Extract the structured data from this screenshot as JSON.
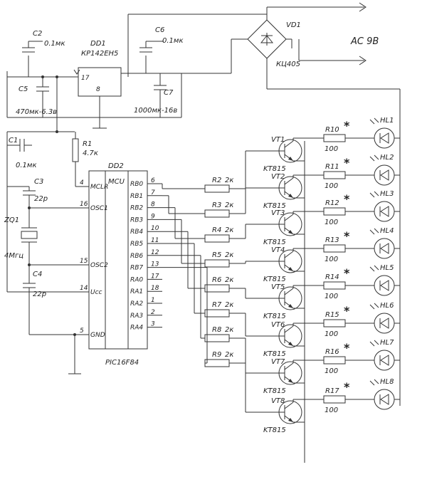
{
  "power": {
    "ac_label": "AC 9B",
    "bridge": {
      "ref": "VD1",
      "part": "КЦ405"
    },
    "regulator": {
      "ref": "DD1",
      "part": "КР142ЕН5",
      "pin_in": "17",
      "pin_gnd": "8"
    },
    "c2": {
      "ref": "C2",
      "value": "0.1мк"
    },
    "c5": {
      "ref": "C5",
      "value": "470мк-6.3в"
    },
    "c6": {
      "ref": "C6",
      "value": "0.1мк"
    },
    "c7": {
      "ref": "C7",
      "value": "1000мк-16в"
    }
  },
  "support": {
    "c1": {
      "ref": "C1",
      "value": "0.1мк"
    },
    "r1": {
      "ref": "R1",
      "value": "4.7к"
    },
    "c3": {
      "ref": "C3",
      "value": "22р"
    },
    "c4": {
      "ref": "C4",
      "value": "22р"
    },
    "zq1": {
      "ref": "ZQ1",
      "value": "4Мгц"
    }
  },
  "mcu": {
    "ref": "DD2",
    "title": "MCU",
    "part": "PIC16F84",
    "left_pins": [
      {
        "num": "4",
        "name": "MCLR"
      },
      {
        "num": "16",
        "name": "OSC1"
      },
      {
        "num": "15",
        "name": "OSC2"
      },
      {
        "num": "14",
        "name": "Ucc"
      },
      {
        "num": "5",
        "name": "GND"
      }
    ],
    "right_pins": [
      {
        "num": "6",
        "name": "RB0"
      },
      {
        "num": "7",
        "name": "RB1"
      },
      {
        "num": "8",
        "name": "RB2"
      },
      {
        "num": "9",
        "name": "RB3"
      },
      {
        "num": "10",
        "name": "RB4"
      },
      {
        "num": "11",
        "name": "RB5"
      },
      {
        "num": "12",
        "name": "RB6"
      },
      {
        "num": "13",
        "name": "RB7"
      },
      {
        "num": "17",
        "name": "RA0"
      },
      {
        "num": "18",
        "name": "RA1"
      },
      {
        "num": "1",
        "name": "RA2"
      },
      {
        "num": "2",
        "name": "RA3"
      },
      {
        "num": "3",
        "name": "RA4"
      }
    ]
  },
  "base_resistors": [
    {
      "ref": "R2",
      "value": "2к"
    },
    {
      "ref": "R3",
      "value": "2к"
    },
    {
      "ref": "R4",
      "value": "2к"
    },
    {
      "ref": "R5",
      "value": "2к"
    },
    {
      "ref": "R6",
      "value": "2к"
    },
    {
      "ref": "R7",
      "value": "2к"
    },
    {
      "ref": "R8",
      "value": "2к"
    },
    {
      "ref": "R9",
      "value": "2к"
    }
  ],
  "transistors": [
    {
      "ref": "VT1",
      "part": "KT815"
    },
    {
      "ref": "VT2",
      "part": "KT815"
    },
    {
      "ref": "VT3",
      "part": "KT815"
    },
    {
      "ref": "VT4",
      "part": "KT815"
    },
    {
      "ref": "VT5",
      "part": "KT815"
    },
    {
      "ref": "VT6",
      "part": "KT815"
    },
    {
      "ref": "VT7",
      "part": "KT815"
    },
    {
      "ref": "VT8",
      "part": "KT815"
    }
  ],
  "led_resistors": [
    {
      "ref": "R10",
      "value": "100",
      "mark": "*"
    },
    {
      "ref": "R11",
      "value": "100",
      "mark": "*"
    },
    {
      "ref": "R12",
      "value": "100",
      "mark": "*"
    },
    {
      "ref": "R13",
      "value": "100",
      "mark": "*"
    },
    {
      "ref": "R14",
      "value": "100",
      "mark": "*"
    },
    {
      "ref": "R15",
      "value": "100",
      "mark": "*"
    },
    {
      "ref": "R16",
      "value": "100",
      "mark": "*"
    },
    {
      "ref": "R17",
      "value": "100",
      "mark": "*"
    }
  ],
  "leds": [
    {
      "ref": "HL1"
    },
    {
      "ref": "HL2"
    },
    {
      "ref": "HL3"
    },
    {
      "ref": "HL4"
    },
    {
      "ref": "HL5"
    },
    {
      "ref": "HL6"
    },
    {
      "ref": "HL7"
    },
    {
      "ref": "HL8"
    }
  ]
}
